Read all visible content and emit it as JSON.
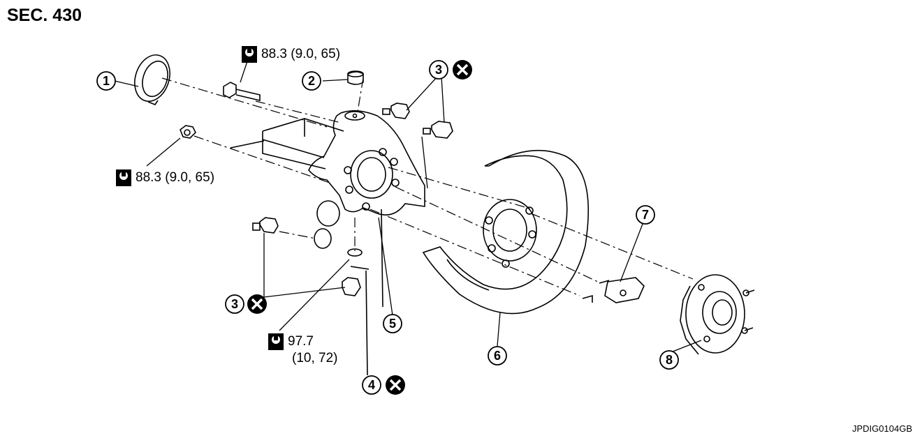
{
  "header": {
    "section": "SEC. 430"
  },
  "footer": {
    "code": "JPDIG0104GB"
  },
  "torques": {
    "top": "88.3 (9.0, 65)",
    "left": "88.3 (9.0, 65)",
    "bottom_line1": "97.7",
    "bottom_line2": "(10, 72)"
  },
  "callouts": [
    "1",
    "2",
    "3",
    "3",
    "4",
    "5",
    "6",
    "7",
    "8"
  ],
  "icons": {
    "torque": "torque-wrench-icon",
    "replace": "do-not-reuse-icon"
  }
}
